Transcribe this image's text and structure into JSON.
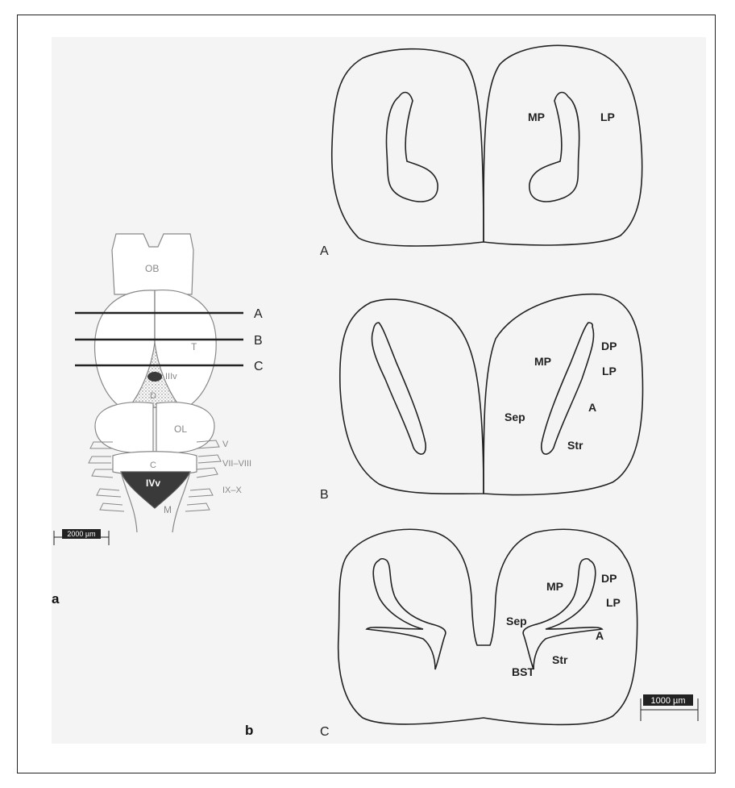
{
  "panel_a": {
    "letter": "a",
    "brain_labels": {
      "ob": "OB",
      "t": "T",
      "iiiv": "IIIv",
      "d": "D",
      "ol": "OL",
      "c": "C",
      "ivv": "IVv",
      "m": "M"
    },
    "nerve_labels": {
      "v": "V",
      "vii_viii": "VII–VIII",
      "ix_x": "IX–X"
    },
    "section_lines": [
      "A",
      "B",
      "C"
    ],
    "scale_bar": "2000 µm"
  },
  "panel_b": {
    "letter": "b",
    "scale_bar": "1000 µm",
    "sections": [
      {
        "id": "A",
        "labels": [
          "MP",
          "LP"
        ]
      },
      {
        "id": "B",
        "labels": [
          "MP",
          "DP",
          "LP",
          "A",
          "Sep",
          "Str"
        ]
      },
      {
        "id": "C",
        "labels": [
          "MP",
          "DP",
          "LP",
          "Sep",
          "A",
          "Str",
          "BST"
        ]
      }
    ]
  },
  "colors": {
    "stroke": "#222222",
    "figure_gray": "#888888",
    "ventricle_dark": "#3a3a3a",
    "background_panel": "#f4f4f4"
  }
}
